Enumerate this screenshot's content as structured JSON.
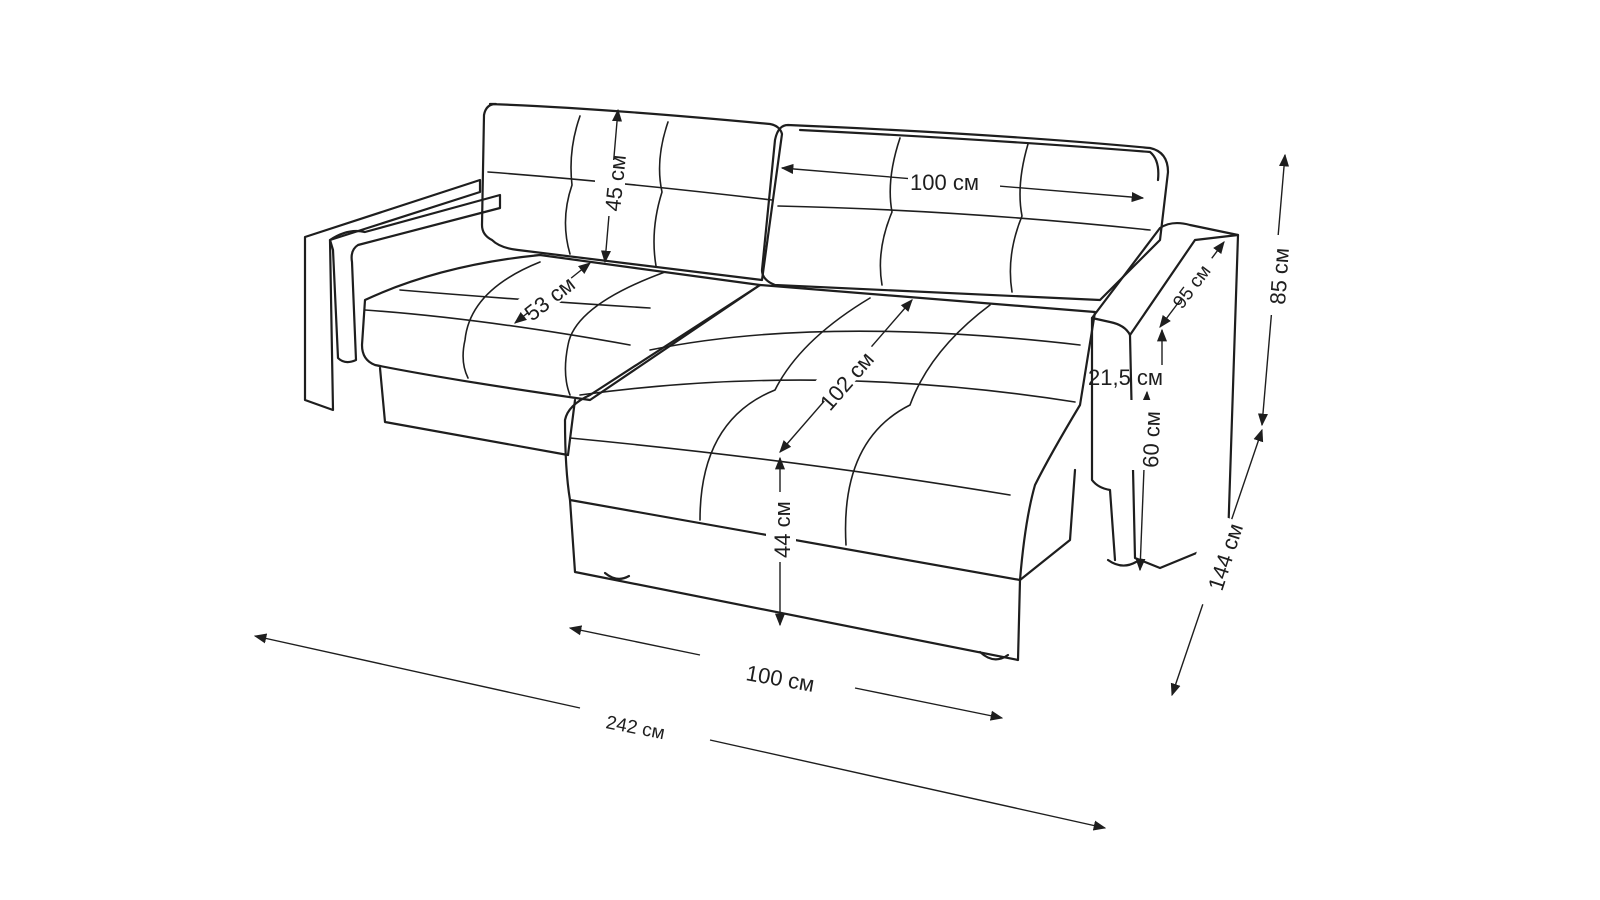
{
  "dimensions": {
    "back_cushion_height": "45 см",
    "seat_depth": "53 см",
    "back_cushion_width": "100 см",
    "chaise_length": "102 см",
    "armrest_depth": "95 см",
    "armrest_width": "21,5 см",
    "armrest_height": "60 см",
    "seat_height": "44 см",
    "total_height": "85 см",
    "chaise_width": "100 см",
    "total_depth": "144 см",
    "total_width": "242 см"
  },
  "colors": {
    "line": "#1e1e1e",
    "background": "#ffffff"
  }
}
